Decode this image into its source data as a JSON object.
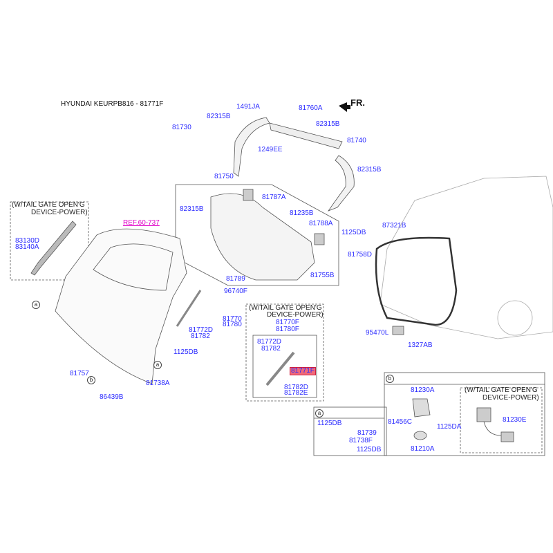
{
  "title": "HYUNDAI KEURPB816 - 81771F",
  "direction_marker": "FR.",
  "reference": "REF.60-737",
  "highlight_color": "#f06a7a",
  "label_color": "#2b2bff",
  "option_note": {
    "line1": "(W/TAIL GATE OPEN'G",
    "line2": "DEVICE-POWER)"
  },
  "callouts": {
    "a": "a",
    "b": "b"
  },
  "parts": {
    "p1491JA": "1491JA",
    "p82315B_1": "82315B",
    "p81730": "81730",
    "p1249EE": "1249EE",
    "p81760A": "81760A",
    "p82315B_2": "82315B",
    "p81740": "81740",
    "p82315B_3": "82315B",
    "p81750": "81750",
    "p81787A": "81787A",
    "p82315B_4": "82315B",
    "p81235B": "81235B",
    "p81788A": "81788A",
    "p1125DB_1": "1125DB",
    "p81758D": "81758D",
    "p81755B": "81755B",
    "p81789": "81789",
    "p96740F": "96740F",
    "p87321B": "87321B",
    "p95470L": "95470L",
    "p1327AB": "1327AB",
    "p83130D": "83130D",
    "p83140A": "83140A",
    "p81770": "81770",
    "p81780": "81780",
    "p81772D_1": "81772D",
    "p81782_1": "81782",
    "p1125DB_2": "1125DB",
    "p81757": "81757",
    "p81738A": "81738A",
    "p86439B": "86439B",
    "p81770F": "81770F",
    "p81780F": "81780F",
    "p81772D_2": "81772D",
    "p81782_2": "81782",
    "p81771F": "81771F",
    "p81782D": "81782D",
    "p81782E": "81782E",
    "p1125DB_3": "1125DB",
    "p81739": "81739",
    "p81738F": "81738F",
    "p1125DB_4": "1125DB",
    "p81230A": "81230A",
    "p81456C": "81456C",
    "p1125DA": "1125DA",
    "p81210A": "81210A",
    "p81230E": "81230E"
  }
}
